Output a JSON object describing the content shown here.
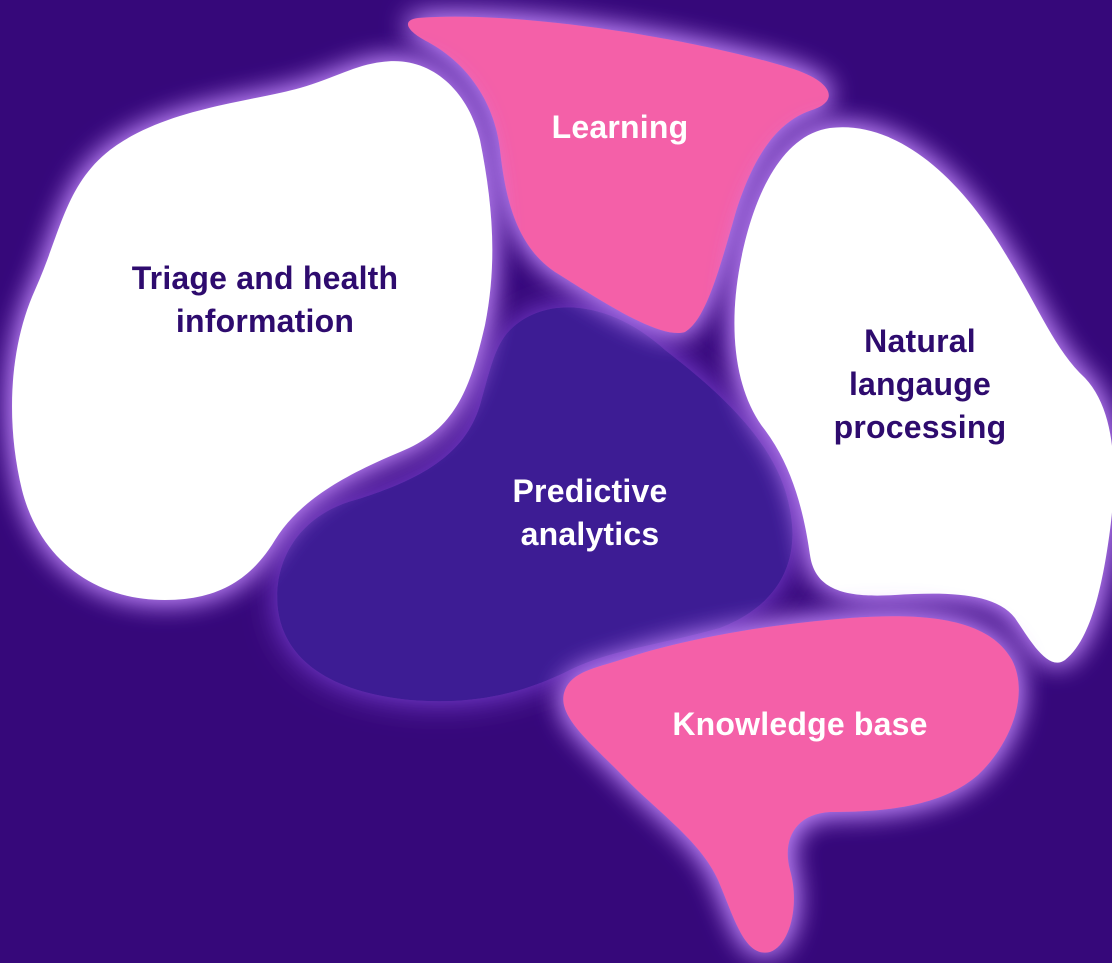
{
  "regions": {
    "learning": {
      "label": "Learning",
      "fill": "#f461a8"
    },
    "triage": {
      "label": "Triage and health\ninformation",
      "fill": "#ffffff"
    },
    "nlp": {
      "label": "Natural\nlangauge\nprocessing",
      "fill": "#ffffff"
    },
    "predictive": {
      "label": "Predictive\nanalytics",
      "fill": "#3d1a94"
    },
    "knowledge": {
      "label": "Knowledge base",
      "fill": "#f461a8"
    }
  },
  "colors": {
    "background": "#36087a",
    "glow": "#c58bff",
    "dark_text": "#2e0b6e",
    "light_text": "#ffffff"
  }
}
